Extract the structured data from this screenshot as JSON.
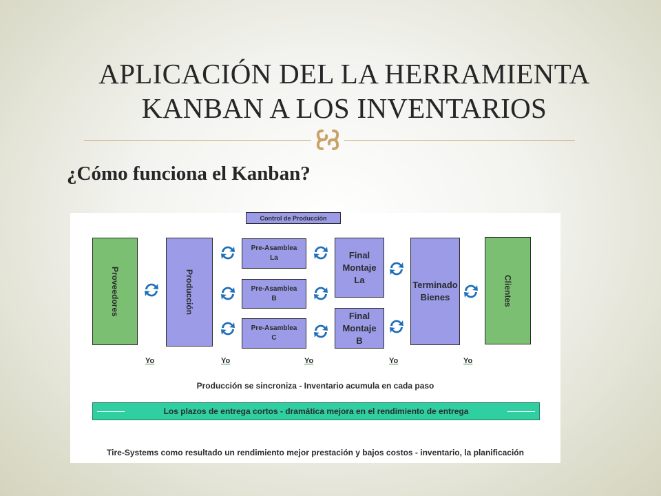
{
  "slide": {
    "title_line1": "APLICACIÓN DEL LA HERRAMIENTA",
    "title_line2": "KANBAN A LOS INVENTARIOS",
    "subtitle": "¿Cómo funciona el Kanban?"
  },
  "diagram": {
    "control_label": "Control de Producción",
    "proveedores": "Proveedores",
    "produccion": "Producción",
    "pre_a_line1": "Pre-Asamblea",
    "pre_a_line2": "La",
    "pre_b_line1": "Pre-Asamblea",
    "pre_b_line2": "B",
    "pre_c_line1": "Pre-Asamblea",
    "pre_c_line2": "C",
    "final_a_line1": "Final",
    "final_a_line2": "Montaje",
    "final_a_line3": "La",
    "final_b_line1": "Final",
    "final_b_line2": "Montaje",
    "final_b_line3": "B",
    "terminado_line1": "Terminado",
    "terminado_line2": "Bienes",
    "clientes": "Clientes",
    "yo_marks": [
      "Yo",
      "Yo",
      "Yo",
      "Yo",
      "Yo"
    ],
    "caption1": "Producción se sincroniza - Inventario acumula en cada paso",
    "band_text": "Los plazos de entrega cortos - dramática mejora en el rendimiento de entrega",
    "caption2": "Tire-Systems como resultado un rendimiento mejor prestación y bajos costos - inventario, la planificación"
  },
  "colors": {
    "green_box": "#7bbf73",
    "purple_box": "#9b9be8",
    "band": "#2fcfa2",
    "cycle_arrow": "#1f6fb8",
    "rule": "#c9a36a"
  },
  "icons": {
    "cycle": "kanban-cycle-icon",
    "ornament": "ornament-icon"
  }
}
